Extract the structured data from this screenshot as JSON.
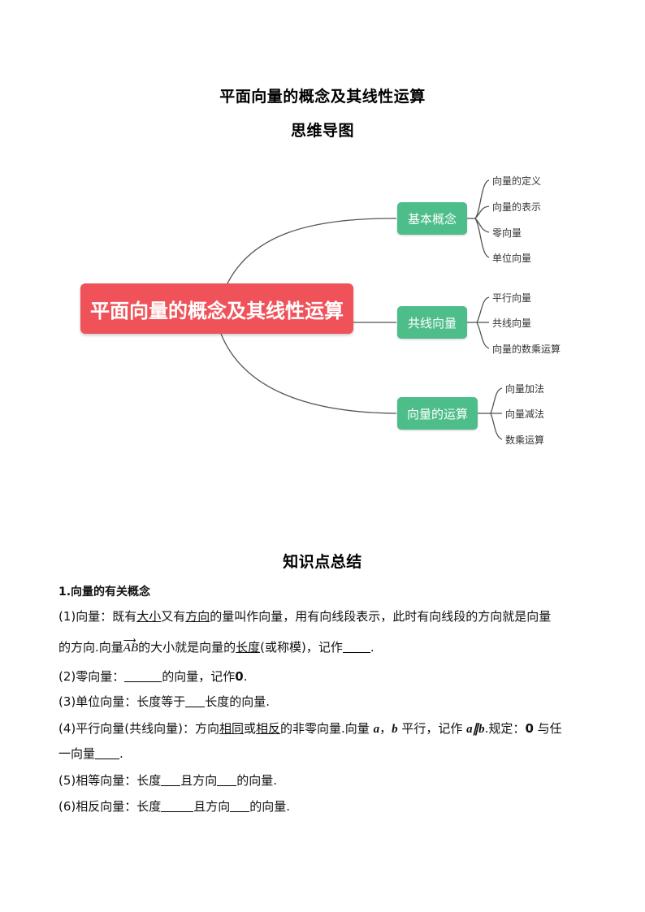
{
  "title": "平面向量的概念及其线性运算",
  "subtitle": "思维导图",
  "mindmap": {
    "root": "平面向量的概念及其线性运算",
    "branches": [
      {
        "label": "基本概念",
        "leaves": [
          "向量的定义",
          "向量的表示",
          "零向量",
          "单位向量"
        ]
      },
      {
        "label": "共线向量",
        "leaves": [
          "平行向量",
          "共线向量",
          "向量的数乘运算"
        ]
      },
      {
        "label": "向量的运算",
        "leaves": [
          "向量加法",
          "向量减法",
          "数乘运算"
        ]
      }
    ],
    "colors": {
      "root": "#f0525a",
      "branch": "#4dbd8a",
      "line": "#555555"
    }
  },
  "summary": {
    "heading": "知识点总结",
    "section1": "1.向量的有关概念",
    "p1": {
      "a": "(1)向量：既有",
      "u1": "大小",
      "b": "又有",
      "u2": "方向",
      "c": "的量叫作向量，用有向线段表示，此时有向线段的方向就是向量"
    },
    "p1b": {
      "a": "的方向.向量",
      "vec": "AB",
      "b": "的大小就是向量的",
      "u": "长度",
      "c": "(或称模)，记作",
      "d": "."
    },
    "p2": {
      "a": "(2)零向量：",
      "b": "的向量，记作",
      "zero": "0",
      "c": "."
    },
    "p3": {
      "a": "(3)单位向量：长度等于",
      "b": "长度的向量."
    },
    "p4": {
      "a": "(4)平行向量(共线向量)：方向",
      "u1": "相同",
      "b": "或",
      "u2": "相反",
      "c": "的非零向量.向量",
      "va": "a",
      "sep": "，",
      "vb": "b",
      "d": "平行，记作",
      "par": "a∥b",
      "e": ".规定：",
      "zero": "0",
      "f": "与任"
    },
    "p4b": {
      "a": "一向量",
      "b": "."
    },
    "p5": {
      "a": "(5)相等向量：长度",
      "b": "且方向",
      "c": "的向量."
    },
    "p6": {
      "a": "(6)相反向量：长度",
      "b": "且方向",
      "c": "的向量."
    }
  }
}
